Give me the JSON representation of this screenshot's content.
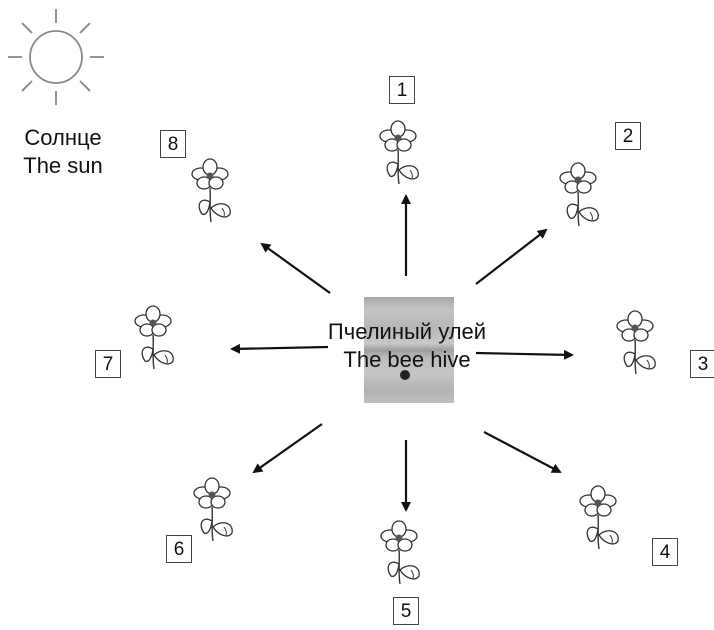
{
  "sun": {
    "label_ru": "Солнце",
    "label_en": "The sun"
  },
  "hive": {
    "label_ru": "Пчелиный улей",
    "label_en": "The bee hive"
  },
  "flowers": [
    {
      "number": "1"
    },
    {
      "number": "2"
    },
    {
      "number": "3"
    },
    {
      "number": "4"
    },
    {
      "number": "5"
    },
    {
      "number": "6"
    },
    {
      "number": "7"
    },
    {
      "number": "8"
    }
  ]
}
